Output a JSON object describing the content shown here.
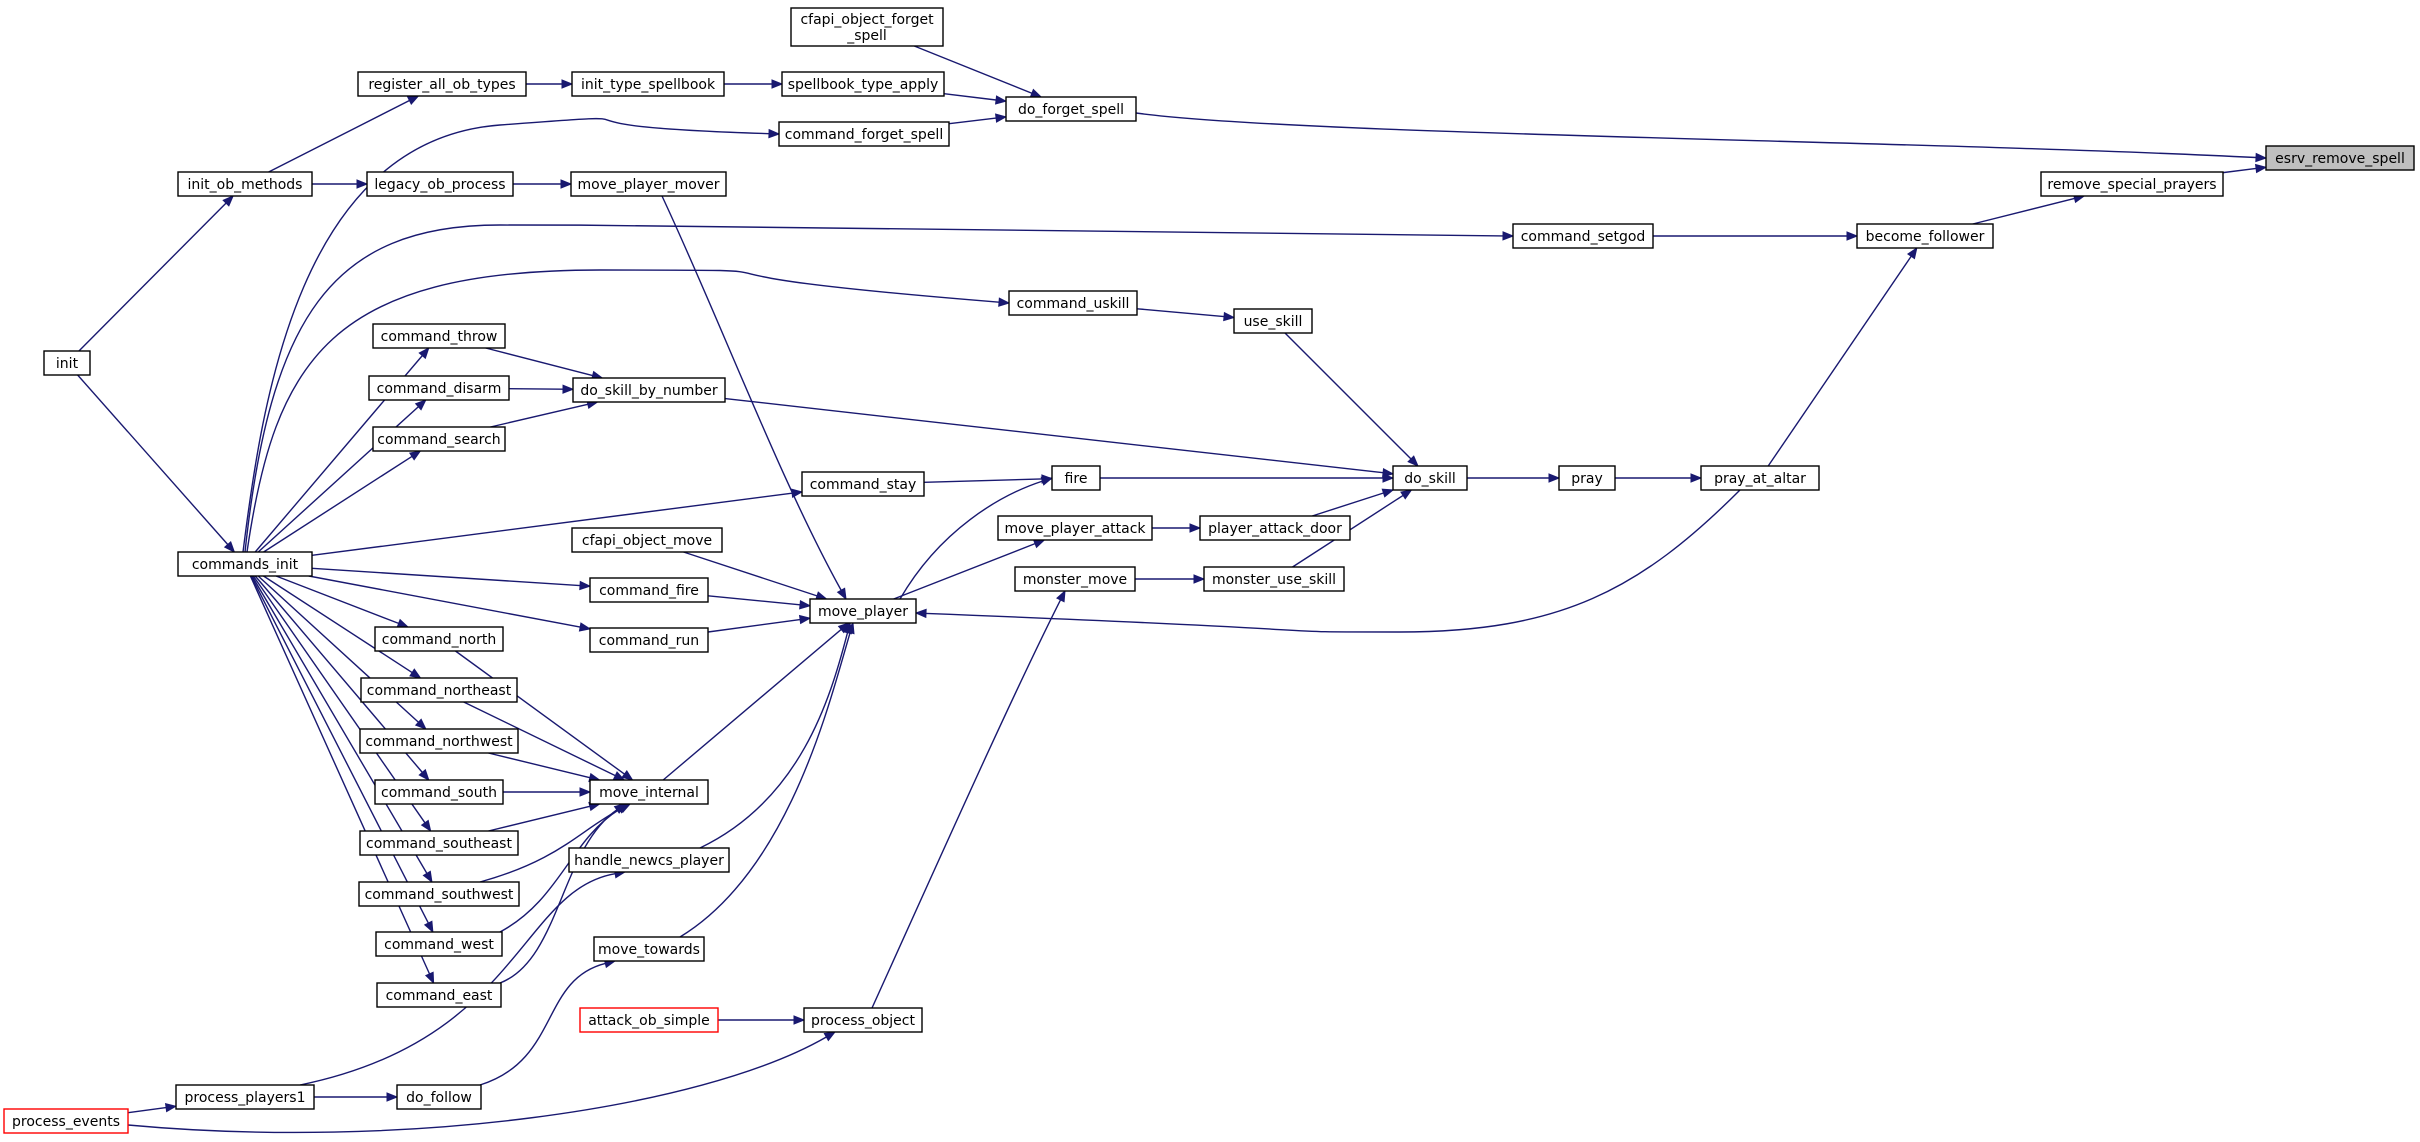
{
  "nodes": {
    "cfapi_forget": {
      "lines": [
        "cfapi_object_forget",
        "_spell"
      ]
    },
    "register_all": {
      "lines": [
        "register_all_ob_types"
      ]
    },
    "init_type_spellbook": {
      "lines": [
        "init_type_spellbook"
      ]
    },
    "spellbook_type_apply": {
      "lines": [
        "spellbook_type_apply"
      ]
    },
    "do_forget_spell": {
      "lines": [
        "do_forget_spell"
      ]
    },
    "command_forget_spell": {
      "lines": [
        "command_forget_spell"
      ]
    },
    "esrv_remove_spell": {
      "lines": [
        "esrv_remove_spell"
      ]
    },
    "init_ob_methods": {
      "lines": [
        "init_ob_methods"
      ]
    },
    "legacy_ob_process": {
      "lines": [
        "legacy_ob_process"
      ]
    },
    "move_player_mover": {
      "lines": [
        "move_player_mover"
      ]
    },
    "remove_special_prayers": {
      "lines": [
        "remove_special_prayers"
      ]
    },
    "command_setgod": {
      "lines": [
        "command_setgod"
      ]
    },
    "become_follower": {
      "lines": [
        "become_follower"
      ]
    },
    "command_uskill": {
      "lines": [
        "command_uskill"
      ]
    },
    "use_skill": {
      "lines": [
        "use_skill"
      ]
    },
    "init": {
      "lines": [
        "init"
      ]
    },
    "command_throw": {
      "lines": [
        "command_throw"
      ]
    },
    "command_disarm": {
      "lines": [
        "command_disarm"
      ]
    },
    "do_skill_by_number": {
      "lines": [
        "do_skill_by_number"
      ]
    },
    "command_search": {
      "lines": [
        "command_search"
      ]
    },
    "command_stay": {
      "lines": [
        "command_stay"
      ]
    },
    "fire": {
      "lines": [
        "fire"
      ]
    },
    "do_skill": {
      "lines": [
        "do_skill"
      ]
    },
    "pray": {
      "lines": [
        "pray"
      ]
    },
    "pray_at_altar": {
      "lines": [
        "pray_at_altar"
      ]
    },
    "move_player_attack": {
      "lines": [
        "move_player_attack"
      ]
    },
    "player_attack_door": {
      "lines": [
        "player_attack_door"
      ]
    },
    "cfapi_object_move": {
      "lines": [
        "cfapi_object_move"
      ]
    },
    "commands_init": {
      "lines": [
        "commands_init"
      ]
    },
    "monster_move": {
      "lines": [
        "monster_move"
      ]
    },
    "monster_use_skill": {
      "lines": [
        "monster_use_skill"
      ]
    },
    "command_fire": {
      "lines": [
        "command_fire"
      ]
    },
    "move_player": {
      "lines": [
        "move_player"
      ]
    },
    "command_run": {
      "lines": [
        "command_run"
      ]
    },
    "command_north": {
      "lines": [
        "command_north"
      ]
    },
    "command_northeast": {
      "lines": [
        "command_northeast"
      ]
    },
    "command_northwest": {
      "lines": [
        "command_northwest"
      ]
    },
    "command_south": {
      "lines": [
        "command_south"
      ]
    },
    "move_internal": {
      "lines": [
        "move_internal"
      ]
    },
    "command_southeast": {
      "lines": [
        "command_southeast"
      ]
    },
    "handle_newcs_player": {
      "lines": [
        "handle_newcs_player"
      ]
    },
    "command_southwest": {
      "lines": [
        "command_southwest"
      ]
    },
    "command_west": {
      "lines": [
        "command_west"
      ]
    },
    "move_towards": {
      "lines": [
        "move_towards"
      ]
    },
    "command_east": {
      "lines": [
        "command_east"
      ]
    },
    "attack_ob_simple": {
      "lines": [
        "attack_ob_simple"
      ]
    },
    "process_object": {
      "lines": [
        "process_object"
      ]
    },
    "process_players1": {
      "lines": [
        "process_players1"
      ]
    },
    "do_follow": {
      "lines": [
        "do_follow"
      ]
    },
    "process_events": {
      "lines": [
        "process_events"
      ]
    }
  },
  "edges": [
    [
      "cfapi_forget",
      "do_forget_spell"
    ],
    [
      "register_all",
      "init_type_spellbook"
    ],
    [
      "init_type_spellbook",
      "spellbook_type_apply"
    ],
    [
      "spellbook_type_apply",
      "do_forget_spell"
    ],
    [
      "command_forget_spell",
      "do_forget_spell"
    ],
    [
      "do_forget_spell",
      "esrv_remove_spell"
    ],
    [
      "remove_special_prayers",
      "esrv_remove_spell"
    ],
    [
      "become_follower",
      "remove_special_prayers"
    ],
    [
      "init_ob_methods",
      "register_all"
    ],
    [
      "init_ob_methods",
      "legacy_ob_process"
    ],
    [
      "legacy_ob_process",
      "move_player_mover"
    ],
    [
      "init",
      "init_ob_methods"
    ],
    [
      "init",
      "commands_init"
    ],
    [
      "commands_init",
      "command_forget_spell"
    ],
    [
      "commands_init",
      "command_setgod"
    ],
    [
      "command_setgod",
      "become_follower"
    ],
    [
      "pray_at_altar",
      "become_follower"
    ],
    [
      "commands_init",
      "command_uskill"
    ],
    [
      "command_uskill",
      "use_skill"
    ],
    [
      "use_skill",
      "do_skill"
    ],
    [
      "commands_init",
      "command_throw"
    ],
    [
      "commands_init",
      "command_disarm"
    ],
    [
      "commands_init",
      "command_search"
    ],
    [
      "command_throw",
      "do_skill_by_number"
    ],
    [
      "command_disarm",
      "do_skill_by_number"
    ],
    [
      "command_search",
      "do_skill_by_number"
    ],
    [
      "do_skill_by_number",
      "do_skill"
    ],
    [
      "commands_init",
      "command_stay"
    ],
    [
      "command_stay",
      "fire"
    ],
    [
      "fire",
      "do_skill"
    ],
    [
      "do_skill",
      "pray"
    ],
    [
      "pray",
      "pray_at_altar"
    ],
    [
      "move_player_attack",
      "player_attack_door"
    ],
    [
      "player_attack_door",
      "do_skill"
    ],
    [
      "monster_move",
      "monster_use_skill"
    ],
    [
      "monster_use_skill",
      "do_skill"
    ],
    [
      "move_player",
      "move_player_attack"
    ],
    [
      "move_player",
      "fire"
    ],
    [
      "move_player_mover",
      "move_player"
    ],
    [
      "cfapi_object_move",
      "move_player"
    ],
    [
      "commands_init",
      "command_fire"
    ],
    [
      "command_fire",
      "move_player"
    ],
    [
      "commands_init",
      "command_run"
    ],
    [
      "command_run",
      "move_player"
    ],
    [
      "pray_at_altar",
      "move_player"
    ],
    [
      "commands_init",
      "command_north"
    ],
    [
      "commands_init",
      "command_northeast"
    ],
    [
      "commands_init",
      "command_northwest"
    ],
    [
      "commands_init",
      "command_south"
    ],
    [
      "commands_init",
      "command_southeast"
    ],
    [
      "commands_init",
      "command_southwest"
    ],
    [
      "commands_init",
      "command_west"
    ],
    [
      "commands_init",
      "command_east"
    ],
    [
      "command_north",
      "move_internal"
    ],
    [
      "command_northeast",
      "move_internal"
    ],
    [
      "command_northwest",
      "move_internal"
    ],
    [
      "command_south",
      "move_internal"
    ],
    [
      "command_southeast",
      "move_internal"
    ],
    [
      "command_southwest",
      "move_internal"
    ],
    [
      "command_west",
      "move_internal"
    ],
    [
      "command_east",
      "move_internal"
    ],
    [
      "move_internal",
      "move_player"
    ],
    [
      "handle_newcs_player",
      "move_player"
    ],
    [
      "move_towards",
      "move_player"
    ],
    [
      "process_object",
      "monster_move"
    ],
    [
      "attack_ob_simple",
      "process_object"
    ],
    [
      "process_players1",
      "handle_newcs_player"
    ],
    [
      "process_players1",
      "do_follow"
    ],
    [
      "do_follow",
      "move_towards"
    ],
    [
      "process_events",
      "process_players1"
    ],
    [
      "process_events",
      "process_object"
    ]
  ],
  "colors": {
    "edge": "#191970",
    "node_border": "#000000",
    "root_fill": "#bfbfbf",
    "unresolved_border": "#ff0000"
  }
}
